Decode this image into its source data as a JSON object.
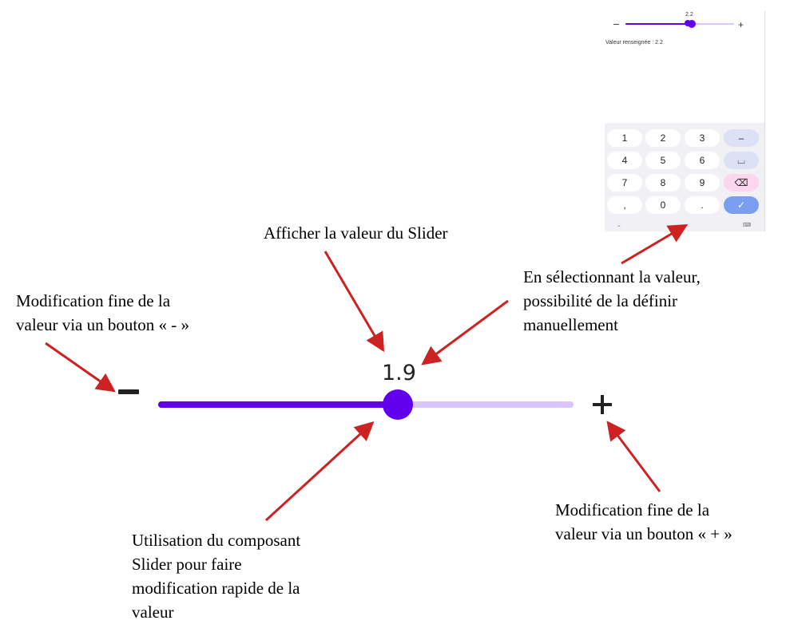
{
  "annotations": {
    "minus_note": "Modification fine de la\nvaleur via un bouton « - »",
    "value_note": "Afficher la valeur du Slider",
    "manual_note": "En sélectionnant la valeur,\npossibilité de la définir\nmanuellement",
    "slider_note": "Utilisation du composant\nSlider pour faire\nmodification rapide de la\nvaleur",
    "plus_note": "Modification fine de la\nvaleur via un bouton « + »"
  },
  "big_slider": {
    "value": "1.9",
    "fraction": 0.58,
    "active_color": "#6200ee",
    "inactive_color": "#d9c6ff",
    "minus_icon": "minus-icon",
    "plus_icon": "plus-icon"
  },
  "phone": {
    "slider_value": "2.2",
    "slider_fraction": 0.6,
    "value_label": "Valeur renseignée : 2.2",
    "minus_label": "–",
    "plus_label": "+",
    "keyboard": {
      "rows": [
        [
          "1",
          "2",
          "3",
          "–"
        ],
        [
          "4",
          "5",
          "6",
          "⌴"
        ],
        [
          "7",
          "8",
          "9",
          "⌫"
        ],
        [
          ",",
          "0",
          ".",
          "✓"
        ]
      ],
      "collapse_icon": "chevron-down-icon",
      "keyboard_icon": "keyboard-icon",
      "collapse_glyph": "⌄",
      "keyboard_glyph": "⌨"
    }
  },
  "colors": {
    "arrow": "#cc2222",
    "accent": "#6200ee"
  }
}
